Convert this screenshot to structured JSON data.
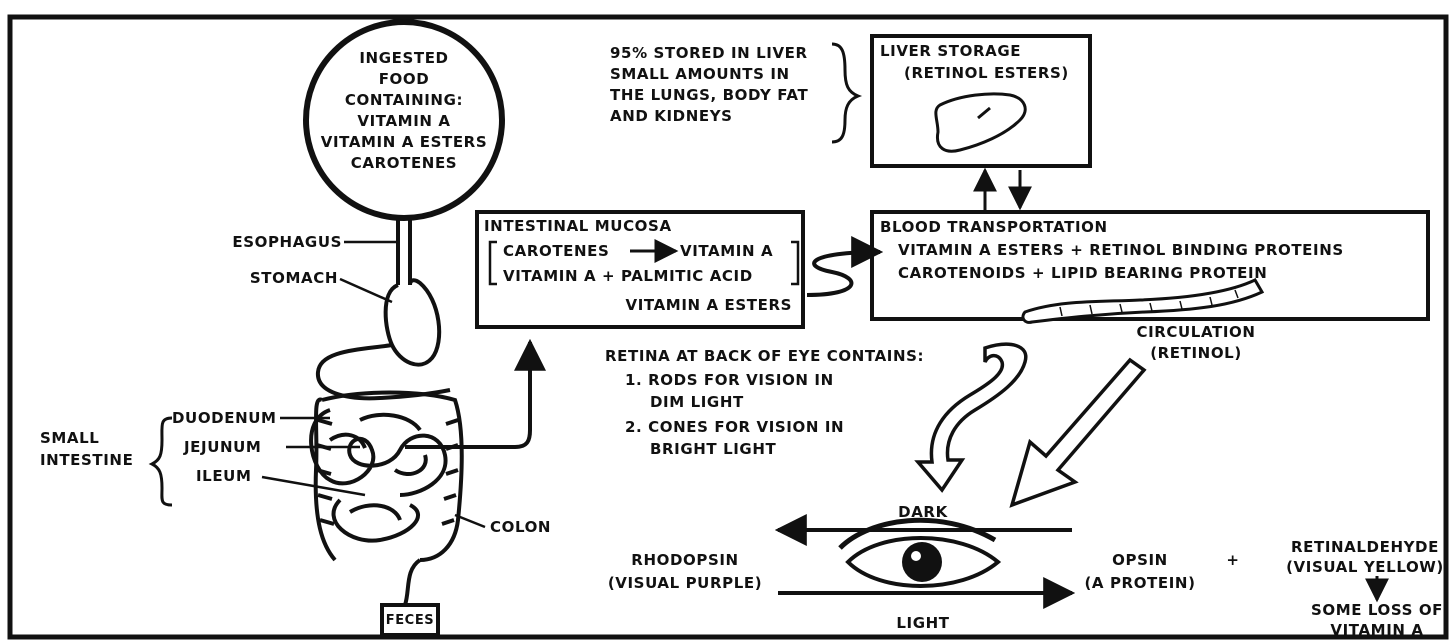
{
  "food": {
    "lines": [
      "INGESTED",
      "FOOD",
      "CONTAINING:",
      "VITAMIN A",
      "VITAMIN A ESTERS",
      "CAROTENES"
    ]
  },
  "digestive": {
    "esophagus": "ESOPHAGUS",
    "stomach": "STOMACH",
    "duodenum": "DUODENUM",
    "jejunum": "JEJUNUM",
    "ileum": "ILEUM",
    "small_intestine": [
      "SMALL",
      "INTESTINE"
    ],
    "colon": "COLON",
    "feces": "FECES"
  },
  "storage_note": {
    "lines": [
      "95% STORED IN LIVER",
      "SMALL AMOUNTS IN",
      "THE LUNGS, BODY FAT",
      "AND KIDNEYS"
    ]
  },
  "liver": {
    "title": "LIVER STORAGE",
    "subtitle": "(RETINOL ESTERS)"
  },
  "mucosa": {
    "title": "INTESTINAL MUCOSA",
    "line1": "CAROTENES",
    "line1_product": "VITAMIN A",
    "line2": "VITAMIN A + PALMITIC ACID",
    "line3": "VITAMIN A ESTERS"
  },
  "blood": {
    "title": "BLOOD TRANSPORTATION",
    "line1": "VITAMIN A ESTERS + RETINOL BINDING PROTEINS",
    "line2": "CAROTENOIDS + LIPID BEARING PROTEIN"
  },
  "circulation": {
    "lines": [
      "CIRCULATION",
      "(RETINOL)"
    ]
  },
  "retina": {
    "header": "RETINA AT BACK OF EYE CONTAINS:",
    "item1": [
      "1. RODS FOR VISION IN",
      "DIM LIGHT"
    ],
    "item2": [
      "2. CONES FOR VISION IN",
      "BRIGHT LIGHT"
    ]
  },
  "visual_cycle": {
    "dark": "DARK",
    "light": "LIGHT",
    "rhodopsin": [
      "RHODOPSIN",
      "(VISUAL PURPLE)"
    ],
    "opsin": [
      "OPSIN",
      "(A PROTEIN)"
    ],
    "plus": "+",
    "retinaldehyde": [
      "RETINALDEHYDE",
      "(VISUAL YELLOW)"
    ],
    "loss": [
      "SOME LOSS OF",
      "VITAMIN A"
    ]
  }
}
